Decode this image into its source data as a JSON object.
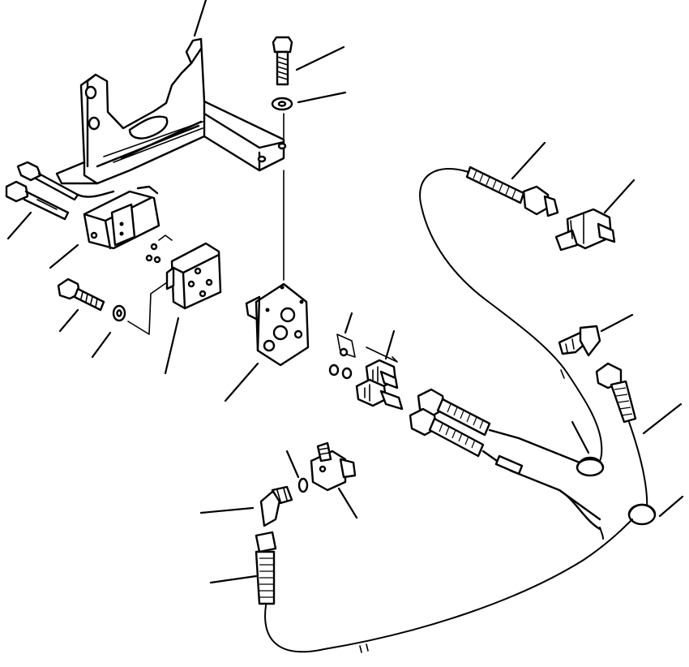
{
  "diagram": {
    "parts": [
      {
        "id": "mounting-bracket",
        "icon": "bracket-icon"
      },
      {
        "id": "bolt-top",
        "icon": "bolt-icon"
      },
      {
        "id": "washer-top",
        "icon": "washer-icon"
      },
      {
        "id": "solenoid-valve",
        "icon": "valve-icon"
      },
      {
        "id": "wire-connectors",
        "icon": "connector-icon"
      },
      {
        "id": "valve-cover-plate",
        "icon": "plate-icon"
      },
      {
        "id": "bolt-side",
        "icon": "bolt-icon"
      },
      {
        "id": "washer-side",
        "icon": "washer-icon"
      },
      {
        "id": "valve-mount-plate",
        "icon": "plate-icon"
      },
      {
        "id": "o-rings",
        "icon": "o-ring-icon"
      },
      {
        "id": "straight-adapters",
        "icon": "adapter-icon"
      },
      {
        "id": "hose-assemblies",
        "icon": "hose-icon"
      },
      {
        "id": "upper-hose",
        "icon": "hose-icon"
      },
      {
        "id": "tee-fitting",
        "icon": "tee-icon"
      },
      {
        "id": "elbow-fitting-right",
        "icon": "elbow-icon"
      },
      {
        "id": "hose-right",
        "icon": "hose-icon"
      },
      {
        "id": "hose-clamp",
        "icon": "clamp-icon"
      },
      {
        "id": "elbow-fitting-lower",
        "icon": "elbow-icon"
      },
      {
        "id": "o-ring-lower",
        "icon": "o-ring-icon"
      },
      {
        "id": "tee-fitting-lower",
        "icon": "tee-icon"
      },
      {
        "id": "hose-lower",
        "icon": "hose-icon"
      }
    ]
  }
}
